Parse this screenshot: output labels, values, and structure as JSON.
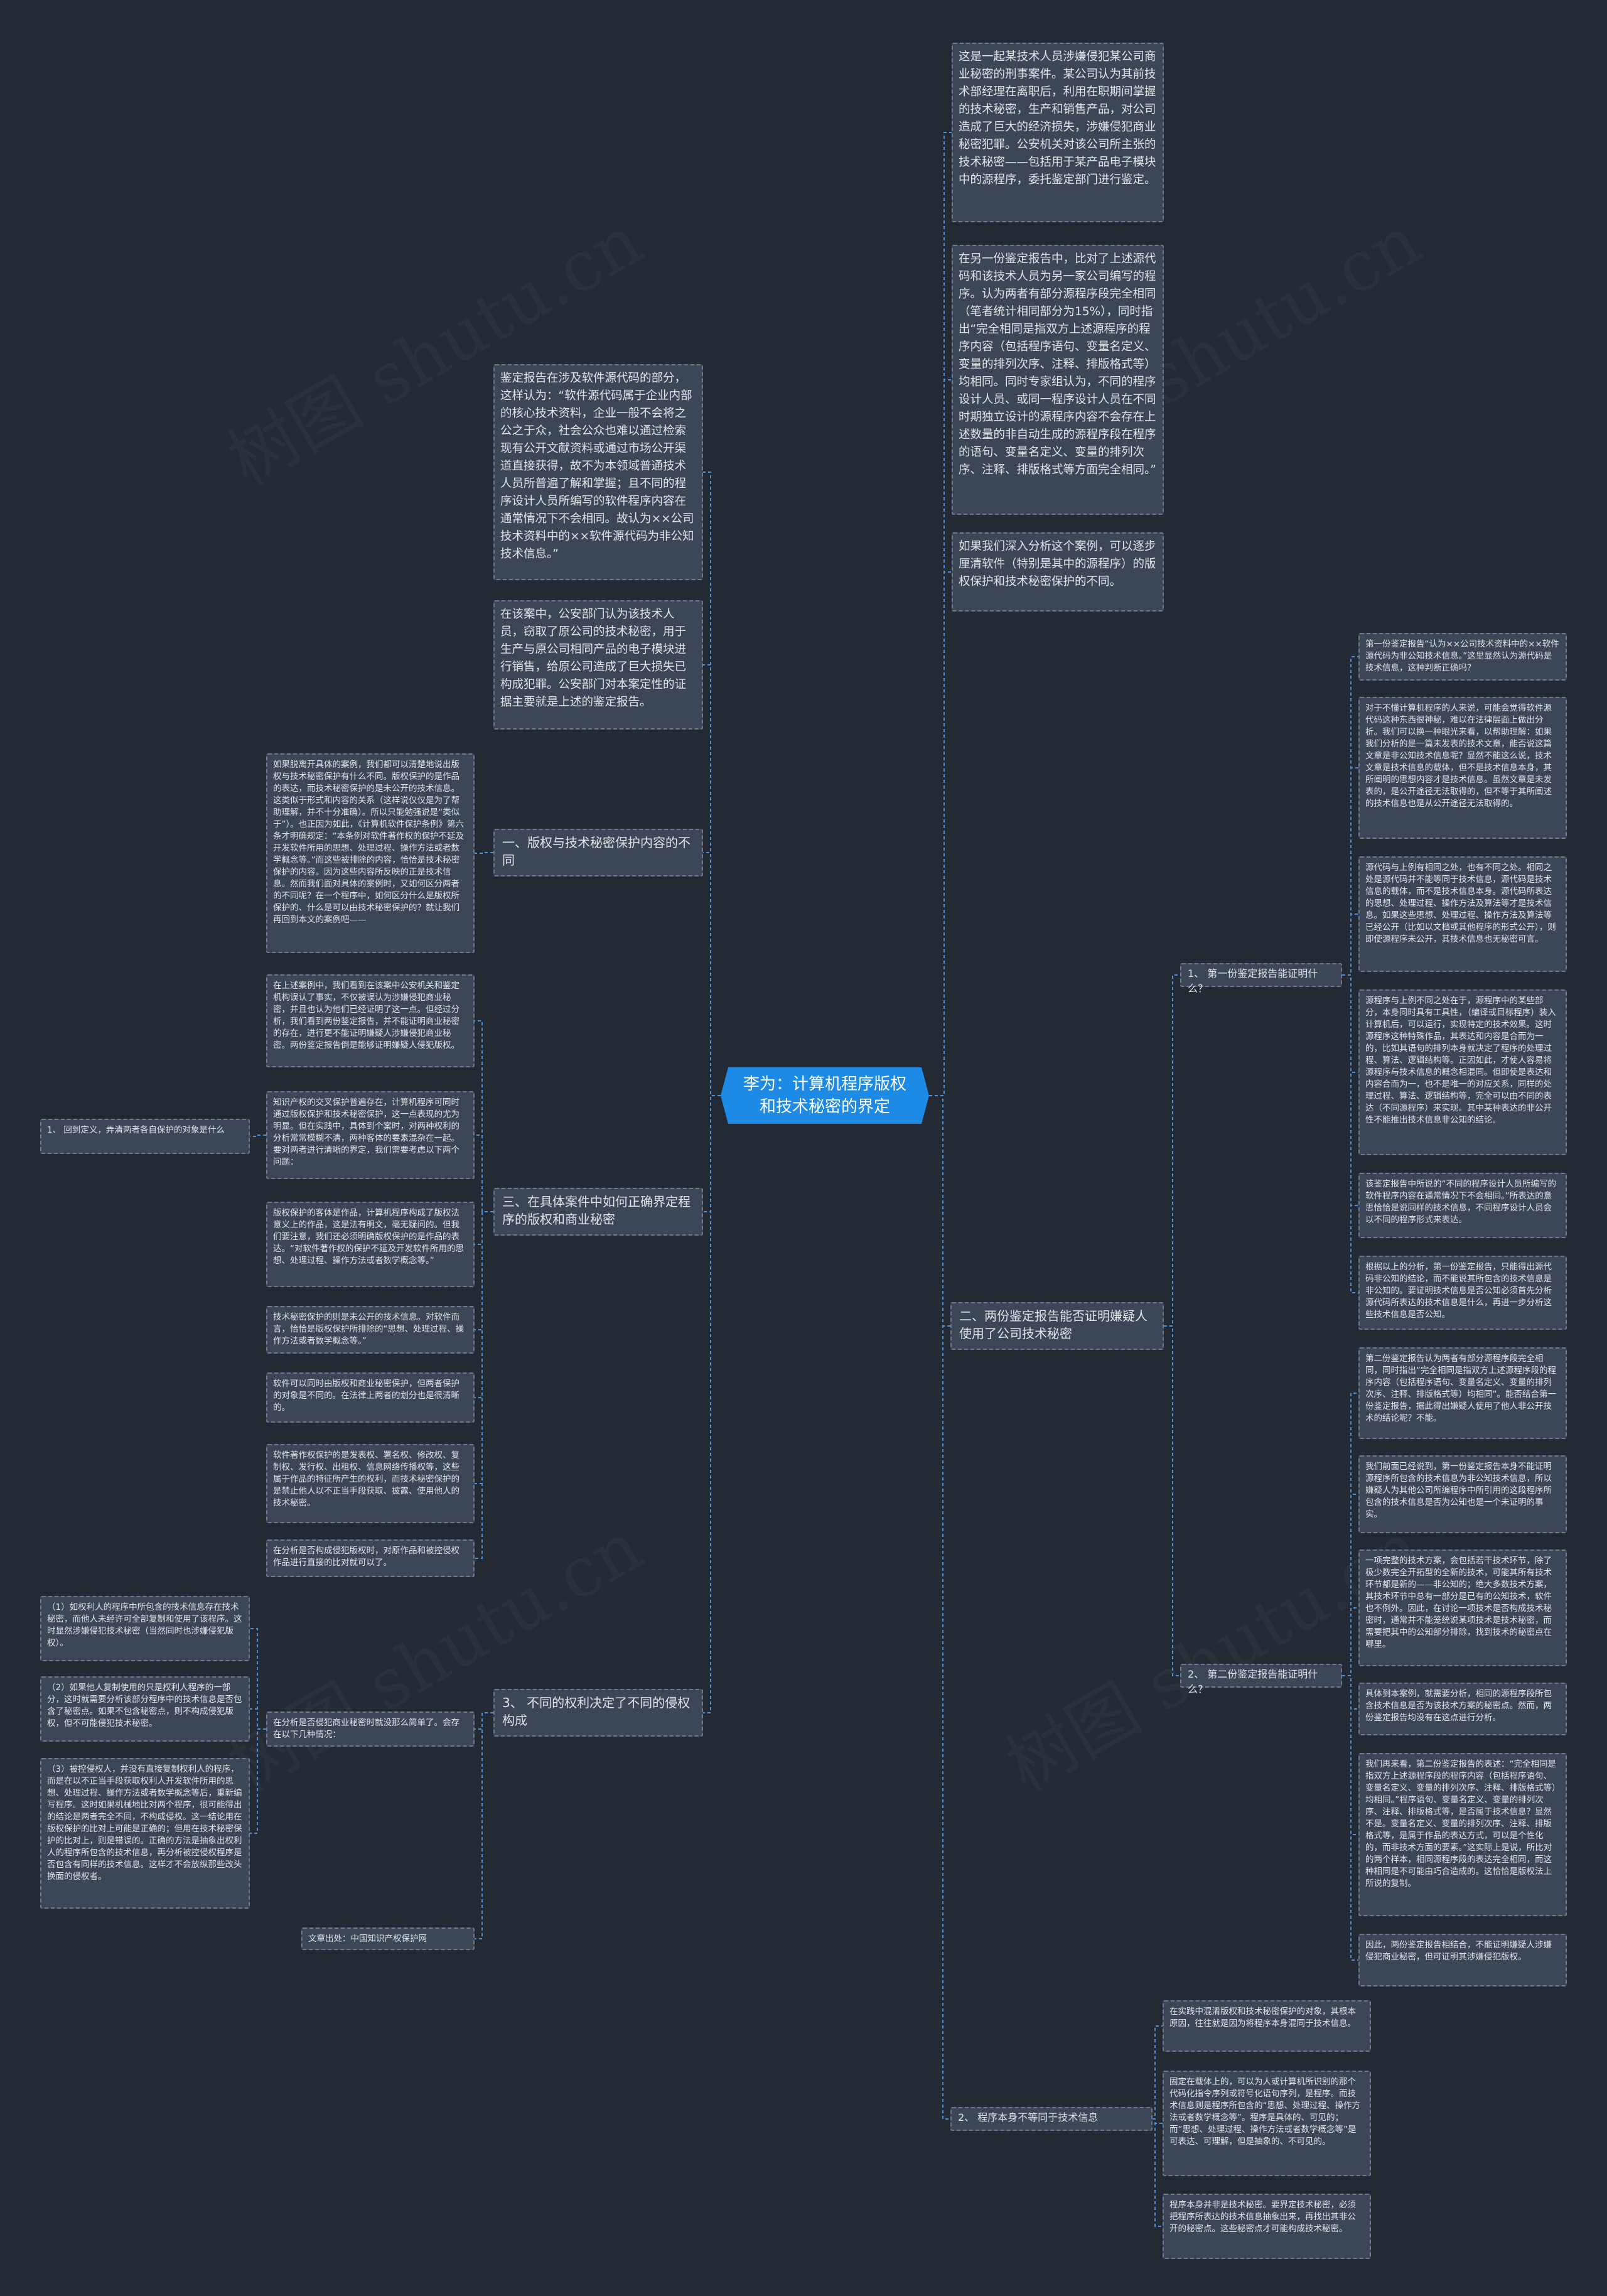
{
  "root": "李为：计算机程序版权和技术秘密的界定",
  "right": {
    "intro1": "这是一起某技术人员涉嫌侵犯某公司商业秘密的刑事案件。某公司认为其前技术部经理在离职后，利用在职期间掌握的技术秘密，生产和销售产品，对公司造成了巨大的经济损失，涉嫌侵犯商业秘密犯罪。公安机关对该公司所主张的技术秘密——包括用于某产品电子模块中的源程序，委托鉴定部门进行鉴定。",
    "intro2": "在另一份鉴定报告中，比对了上述源代码和该技术人员为另一家公司编写的程序。认为两者有部分源程序段完全相同（笔者统计相同部分为15%），同时指出“完全相同是指双方上述源程序的程序内容（包括程序语句、变量名定义、变量的排列次序、注释、排版格式等）均相同。同时专家组认为，不同的程序设计人员、或同一程序设计人员在不同时期独立设计的源程序内容不会存在上述数量的非自动生成的源程序段在程序的语句、变量名定义、变量的排列次序、注释、排版格式等方面完全相同。”",
    "intro3": "如果我们深入分析这个案例，可以逐步厘清软件（特别是其中的源程序）的版权保护和技术秘密保护的不同。",
    "sec2": {
      "label": "二、两份鉴定报告能否证明嫌疑人使用了公司技术秘密",
      "q1": {
        "label": "1、 第一份鉴定报告能证明什么？",
        "items": [
          "第一份鉴定报告“认为××公司技术资料中的××软件源代码为非公知技术信息。”这里显然认为源代码是技术信息，这种判断正确吗？",
          "对于不懂计算机程序的人来说，可能会觉得软件源代码这种东西很神秘，难以在法律层面上做出分析。我们可以换一种眼光来看，以帮助理解：如果我们分析的是一篇未发表的技术文章，能否说这篇文章是非公知技术信息呢？显然不能这么说，技术文章是技术信息的载体，但不是技术信息本身，其所阐明的思想内容才是技术信息。虽然文章是未发表的，是公开途径无法取得的，但不等于其所阐述的技术信息也是从公开途径无法取得的。",
          "源代码与上例有相同之处，也有不同之处。相同之处是源代码并不能等同于技术信息，源代码是技术信息的载体，而不是技术信息本身。源代码所表达的思想、处理过程、操作方法及算法等才是技术信息。如果这些思想、处理过程、操作方法及算法等已经公开（比如以文档或其他程序的形式公开），则即使源程序未公开，其技术信息也无秘密可言。",
          "源程序与上例不同之处在于，源程序中的某些部分，本身同时具有工具性，（编译或目标程序）装入计算机后，可以运行，实现特定的技术效果。这时源程序这种特殊作品，其表达和内容是合而为一的，比如其语句的排列本身就决定了程序的处理过程、算法、逻辑结构等。正因如此，才使人容易将源程序与技术信息的概念相混同。但即使是表达和内容合而为一，也不是唯一的对应关系，同样的处理过程、算法、逻辑结构等，完全可以由不同的表达（不同源程序）来实现。其中某种表达的非公开性不能推出技术信息非公知的结论。",
          "该鉴定报告中所说的“不同的程序设计人员所编写的软件程序内容在通常情况下不会相同。”所表达的意思恰恰是说同样的技术信息，不同程序设计人员会以不同的程序形式来表达。",
          "根据以上的分析，第一份鉴定报告，只能得出源代码非公知的结论，而不能说其所包含的技术信息是非公知的。要证明技术信息是否公知必须首先分析源代码所表达的技术信息是什么，再进一步分析这些技术信息是否公知。"
        ]
      },
      "q2": {
        "label": "2、 第二份鉴定报告能证明什么？",
        "items": [
          "第二份鉴定报告认为两者有部分源程序段完全相同，同时指出“完全相同是指双方上述源程序段的程序内容（包括程序语句、变量名定义、变量的排列次序、注释、排版格式等）均相同”。能否结合第一份鉴定报告，据此得出嫌疑人使用了他人非公开技术的结论呢？不能。",
          "我们前面已经说到，第一份鉴定报告本身不能证明源程序所包含的技术信息为非公知技术信息，所以嫌疑人为其他公司所编程序中所引用的这段程序所包含的技术信息是否为公知也是一个未证明的事实。",
          "一项完整的技术方案，会包括若干技术环节，除了极少数完全开拓型的全新的技术，可能其所有技术环节都是新的——非公知的；绝大多数技术方案，其技术环节中总有一部分是已有的公知技术，软件也不例外。因此，在讨论一项技术是否构成技术秘密时，通常并不能笼统说某项技术是技术秘密，而需要把其中的公知部分排除，找到技术的秘密点在哪里。",
          "具体到本案例，就需要分析，相同的源程序段所包含技术信息是否为该技术方案的秘密点。然而，两份鉴定报告均没有在这点进行分析。",
          "我们再来看，第二份鉴定报告的表述：“完全相同是指双方上述源程序段的程序内容（包括程序语句、变量名定义、变量的排列次序、注释、排版格式等）均相同。”程序语句、变量名定义、变量的排列次序、注释、排版格式等，是否属于技术信息？显然不是。变量名定义、变量的排列次序、注释、排版格式等，是属于作品的表达方式，可以是个性化的，而非技术方面的要素。”这实际上是说，所比对的两个样本，相同源程序段的表达完全相同，而这种相同是不可能由巧合造成的。这恰恰是版权法上所说的复制。",
          "因此，两份鉴定报告相结合，不能证明嫌疑人涉嫌侵犯商业秘密，但可证明其涉嫌侵犯版权。"
        ]
      }
    },
    "sec2b": {
      "label": "2、 程序本身不等同于技术信息",
      "items": [
        "在实践中混淆版权和技术秘密保护的对象，其根本原因，往往就是因为将程序本身混同于技术信息。",
        "固定在载体上的，可以为人或计算机所识别的那个代码化指令序列或符号化语句序列，是程序。而技术信息则是程序所包含的“思想、处理过程、操作方法或者数学概念等”。程序是具体的、可见的；而“思想、处理过程、操作方法或者数学概念等”是可表达、可理解，但是抽象的、不可见的。",
        "程序本身并非是技术秘密。要界定技术秘密，必须把程序所表达的技术信息抽象出来，再找出其非公开的秘密点。这些秘密点才可能构成技术秘密。"
      ]
    }
  },
  "left": {
    "top1": "鉴定报告在涉及软件源代码的部分，这样认为：“软件源代码属于企业内部的核心技术资料，企业一般不会将之公之于众，社会公众也难以通过检索现有公开文献资料或通过市场公开渠道直接获得，故不为本领域普通技术人员所普遍了解和掌握；且不同的程序设计人员所编写的软件程序内容在通常情况下不会相同。故认为××公司技术资料中的××软件源代码为非公知技术信息。”",
    "top2": "在该案中，公安部门认为该技术人员，窃取了原公司的技术秘密，用于生产与原公司相同产品的电子模块进行销售，给原公司造成了巨大损失已构成犯罪。公安部门对本案定性的证据主要就是上述的鉴定报告。",
    "sec1": {
      "label": "一、版权与技术秘密保护内容的不同",
      "text": "如果脱离开具体的案例，我们都可以清楚地说出版权与技术秘密保护有什么不同。版权保护的是作品的表达，而技术秘密保护的是未公开的技术信息。这类似于形式和内容的关系（这样说仅仅是为了帮助理解，并不十分准确）。所以只能勉强说是“类似于”）。也正因为如此，《计算机软件保护条例》第六条才明确规定：“本条例对软件著作权的保护不延及开发软件所用的思想、处理过程、操作方法或者数学概念等。”而这些被排除的内容，恰恰是技术秘密保护的内容。因为这些内容所反映的正是技术信息。然而我们面对具体的案例时，又如何区分两者的不同呢？在一个程序中，如何区分什么是版权所保护的、什么是可以由技术秘密保护的？就让我们再回到本文的案例吧——"
    },
    "sec3": {
      "label": "三、在具体案件中如何正确界定程序的版权和商业秘密",
      "items": [
        "在上述案例中，我们看到在该案中公安机关和鉴定机构误认了事实，不仅被误认为涉嫌侵犯商业秘密，并且也认为他们已经证明了这一点。但经过分析，我们看到两份鉴定报告，并不能证明商业秘密的存在，进行更不能证明嫌疑人涉嫌侵犯商业秘密。两份鉴定报告倒是能够证明嫌疑人侵犯版权。",
        "知识产权的交叉保护普遍存在，计算机程序可同时通过版权保护和技术秘密保护，这一点表现的尤为明显。但在实践中，具体到个案时，对两种权利的分析常常模糊不清，两种客体的要素混杂在一起。要对两者进行清晰的界定，我们需要考虑以下两个问题：",
        "版权保护的客体是作品，计算机程序构成了版权法意义上的作品，这是法有明文，毫无疑问的。但我们要注意，我们还必须明确版权保护的是作品的表达。“对软件著作权的保护不延及开发软件所用的思想、处理过程、操作方法或者数学概念等。”",
        "技术秘密保护的则是未公开的技术信息。对软件而言，恰恰是版权保护所排除的“思想、处理过程、操作方法或者数学概念等。”",
        "软件可以同时由版权和商业秘密保护，但两者保护的对象是不同的。在法律上两者的划分也是很清晰的。",
        "软件著作权保护的是发表权、署名权、修改权、复制权、发行权、出租权、信息网络传播权等，这些属于作品的特征所产生的权利，而技术秘密保护的是禁止他人以不正当手段获取、披露、使用他人的技术秘密。",
        "在分析是否构成侵犯版权时，对原作品和被控侵权作品进行直接的比对就可以了。"
      ]
    },
    "sec4": {
      "label": "3、 不同的权利决定了不同的侵权构成",
      "lead": "在分析是否侵犯商业秘密时就没那么简单了。会存在以下几种情况：",
      "source": "文章出处：中国知识产权保护网",
      "items": [
        "（1）如权利人的程序中所包含的技术信息存在技术秘密，而他人未经许可全部复制和使用了该程序。这时显然涉嫌侵犯技术秘密（当然同时也涉嫌侵犯版权）。",
        "（2）如果他人复制使用的只是权利人程序的一部分，这时就需要分析该部分程序中的技术信息是否包含了秘密点。如果不包含秘密点，则不构成侵犯版权，但不可能侵犯技术秘密。",
        "（3）被控侵权人，并没有直接复制权利人的程序，而是在以不正当手段获取权利人开发软件所用的思想、处理过程、操作方法或者数学概念等后，重新编写程序。这时如果机械地比对两个程序，很可能得出的结论是两者完全不同，不构成侵权。这一结论用在版权保护的比对上可能是正确的；但用在技术秘密保护的比对上，则是错误的。正确的方法是抽象出权利人的程序所包含的技术信息，再分析被控侵权程序是否包含有同样的技术信息。这样才不会放纵那些改头换面的侵权者。"
      ]
    },
    "leaf1": "1、 回到定义，弄清两者各自保护的对象是什么"
  },
  "watermark": "树图 shutu.cn"
}
